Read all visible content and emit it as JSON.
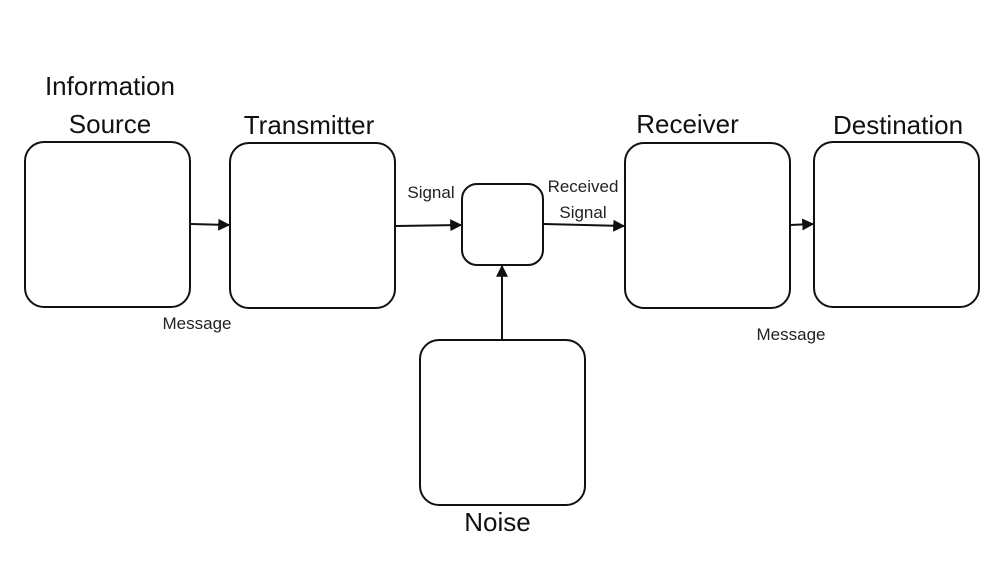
{
  "diagram": {
    "nodes": {
      "information_source": {
        "title_line1": "Information",
        "title_line2": "Source"
      },
      "transmitter": {
        "title": "Transmitter"
      },
      "channel": {
        "title": ""
      },
      "receiver": {
        "title": "Receiver"
      },
      "destination": {
        "title": "Destination"
      },
      "noise": {
        "title": "Noise"
      }
    },
    "edges": {
      "source_to_transmitter": {
        "label": "Message"
      },
      "transmitter_to_channel": {
        "label": "Signal"
      },
      "channel_to_receiver": {
        "label_line1": "Received",
        "label_line2": "Signal"
      },
      "receiver_to_destination": {
        "label": "Message"
      },
      "noise_to_channel": {
        "label": ""
      }
    },
    "colors": {
      "stroke": "#111111",
      "background": "#ffffff"
    }
  }
}
